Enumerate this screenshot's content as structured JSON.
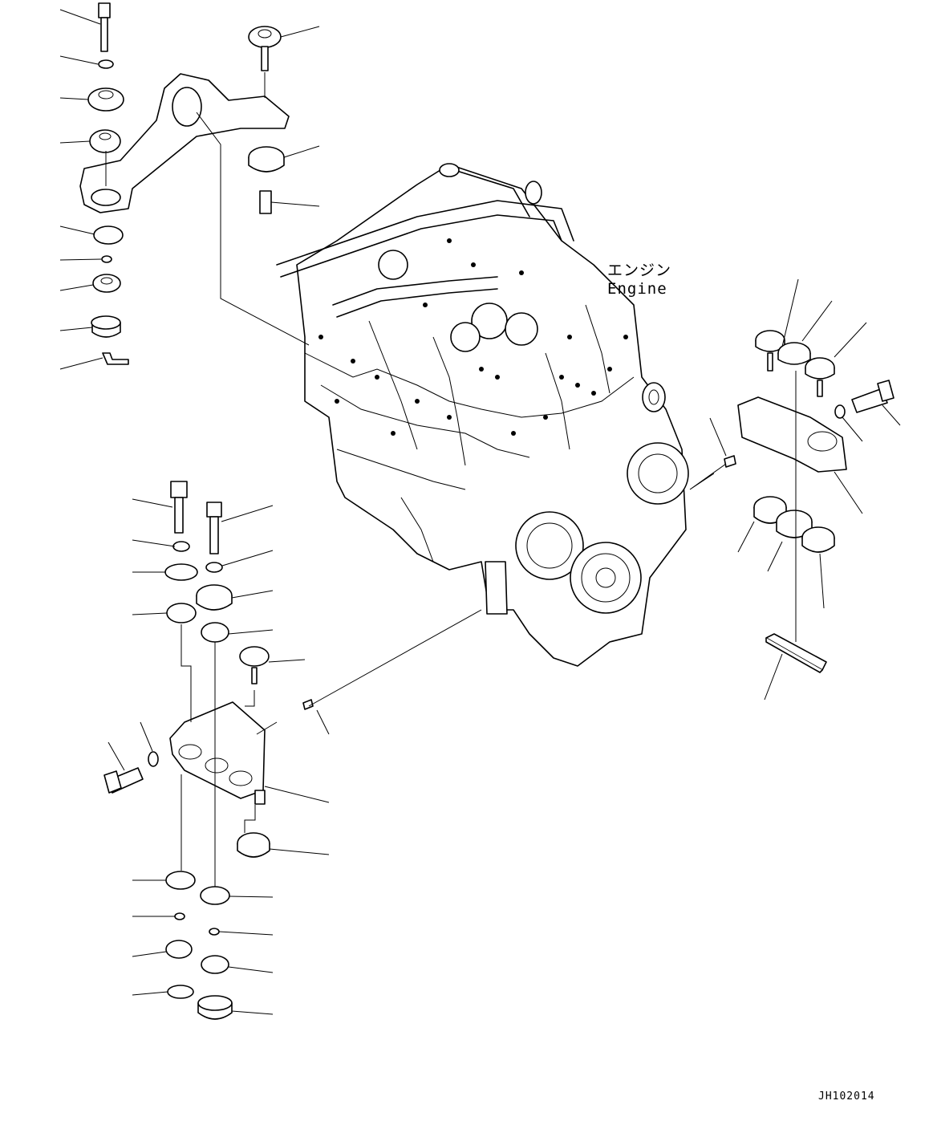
{
  "engine_label_ja": "エンジン",
  "engine_label_en": "Engine",
  "drawing_code": "JH102014"
}
